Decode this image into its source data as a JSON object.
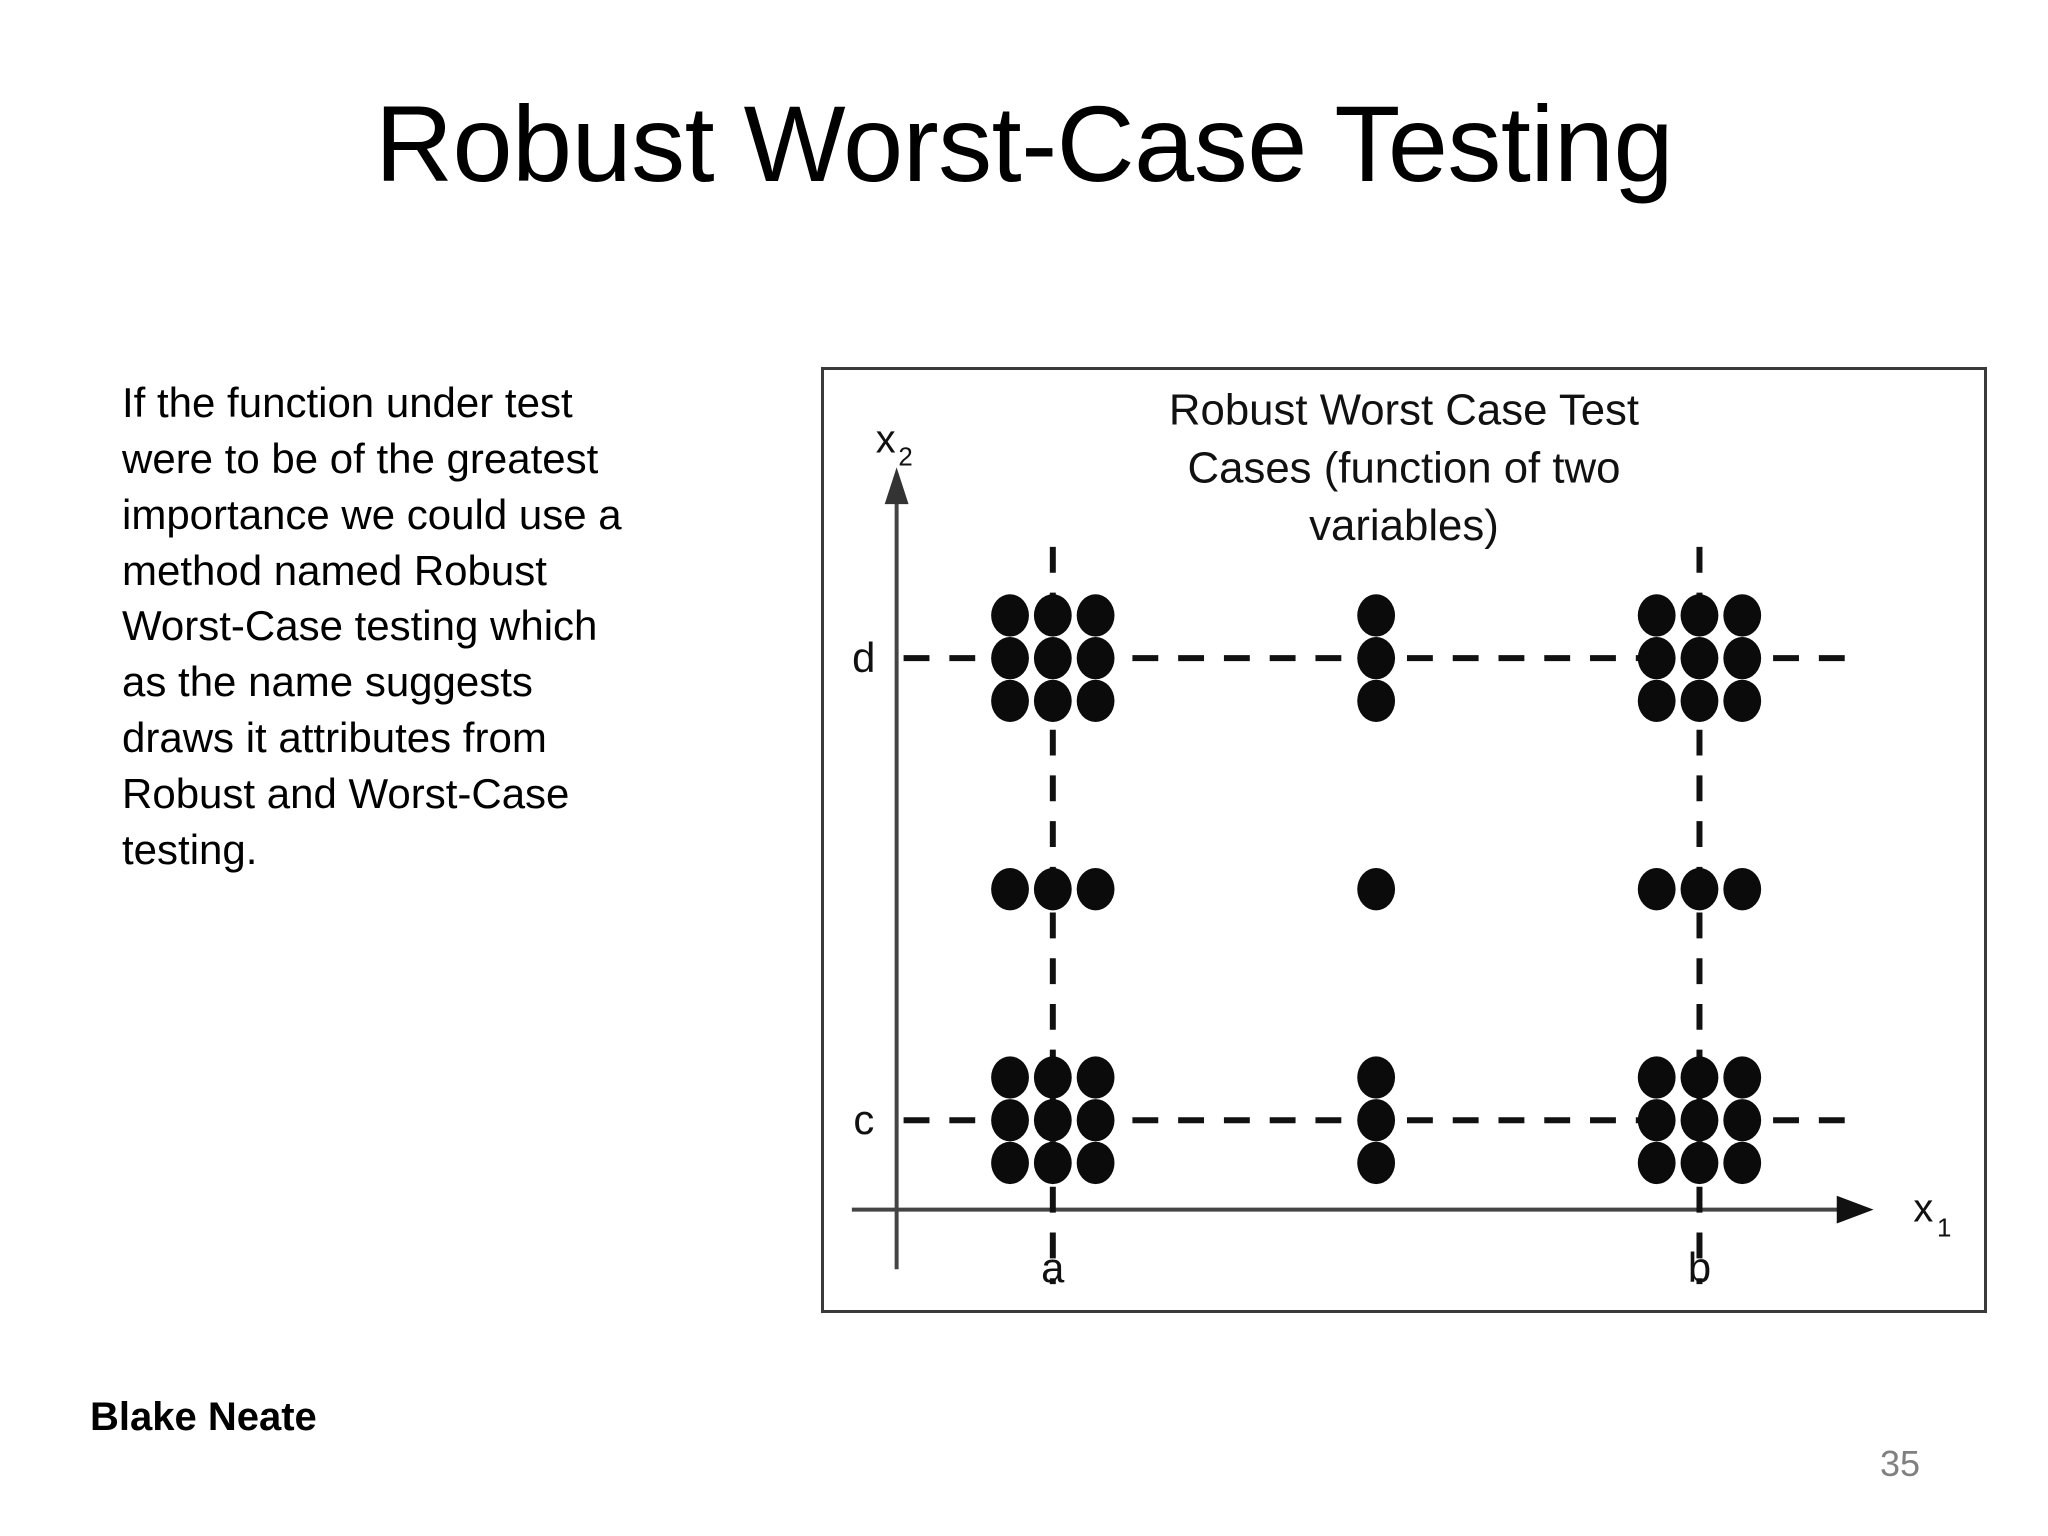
{
  "slide": {
    "title": "Robust Worst-Case Testing",
    "body_text": "If the function under test were to be of the greatest importance we could use a method named Robust Worst-Case testing which as the name suggests draws it attributes from Robust and Worst-Case testing.",
    "author": "Blake Neate",
    "page_number": "35"
  },
  "chart_data": {
    "type": "scatter",
    "title": "Robust Worst Case Test Cases (function of two variables)",
    "title_lines": [
      "Robust Worst Case Test",
      "Cases (function of two",
      "variables)"
    ],
    "xlabel": "x",
    "xlabel_sub": "1",
    "ylabel": "x",
    "ylabel_sub": "2",
    "x_tick_labels": [
      "a",
      "b"
    ],
    "y_tick_labels": [
      "c",
      "d"
    ],
    "grid": false,
    "legend": "none",
    "x_anchors": {
      "a": 230,
      "b": 880
    },
    "y_anchors": {
      "c": 755,
      "d": 290
    },
    "offset": 43,
    "dot_radius": 19,
    "clusters": [
      {
        "name": "a-d-block",
        "x_center": "a",
        "y_center": "d",
        "pattern": "3x3",
        "count": 9
      },
      {
        "name": "mid-d-column",
        "x_center": "mid",
        "y_center": "d",
        "pattern": "vertical-3",
        "count": 3
      },
      {
        "name": "b-d-block",
        "x_center": "b",
        "y_center": "d",
        "pattern": "3x3",
        "count": 9
      },
      {
        "name": "a-mid-row",
        "x_center": "a",
        "y_center": "mid",
        "pattern": "horizontal-3",
        "count": 3
      },
      {
        "name": "center-point",
        "x_center": "mid",
        "y_center": "mid",
        "pattern": "single",
        "count": 1
      },
      {
        "name": "b-mid-row",
        "x_center": "b",
        "y_center": "mid",
        "pattern": "horizontal-3",
        "count": 3
      },
      {
        "name": "a-c-block",
        "x_center": "a",
        "y_center": "c",
        "pattern": "3x3",
        "count": 9
      },
      {
        "name": "mid-c-column",
        "x_center": "mid",
        "y_center": "c",
        "pattern": "vertical-3",
        "count": 3
      },
      {
        "name": "b-c-block",
        "x_center": "b",
        "y_center": "c",
        "pattern": "3x3",
        "count": 9
      }
    ],
    "total_points": 49,
    "colors": {
      "dot": "#0b0b0b",
      "axis": "#444444",
      "dashed": "#111111",
      "border": "#3a3a3a"
    }
  }
}
